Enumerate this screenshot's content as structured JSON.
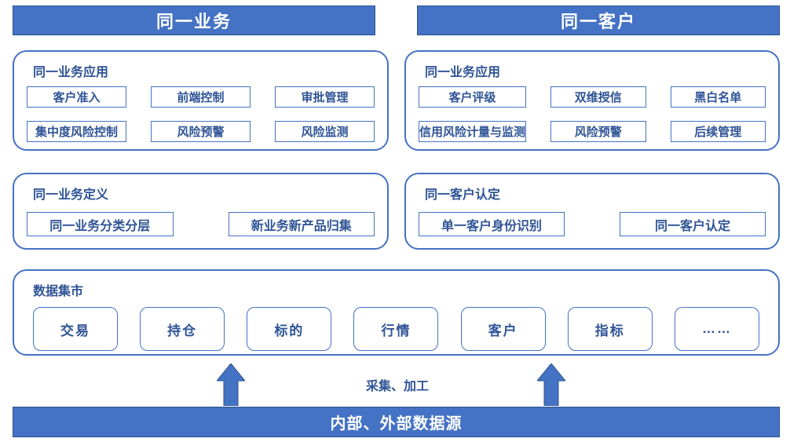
{
  "colors": {
    "bar_fill": "#4472C4",
    "bar_border": "#2F528F",
    "panel_border": "#4472C4",
    "box_border": "#4472C4",
    "box_text": "#2F5496",
    "bar_text": "#FFFFFF"
  },
  "headers": {
    "left": "同一业务",
    "right": "同一客户"
  },
  "app_panels": [
    {
      "title": "同一业务应用",
      "boxes": [
        "客户准入",
        "前端控制",
        "审批管理",
        "集中度风险控制",
        "风险预警",
        "风险监测"
      ]
    },
    {
      "title": "同一业务应用",
      "boxes": [
        "客户评级",
        "双维授信",
        "黑白名单",
        "信用风险计量与监测",
        "风险预警",
        "后续管理"
      ]
    }
  ],
  "definition_panels": [
    {
      "title": "同一业务定义",
      "boxes": [
        "同一业务分类分层",
        "新业务新产品归集"
      ]
    },
    {
      "title": "同一客户认定",
      "boxes": [
        "单一客户身份识别",
        "同一客户认定"
      ]
    }
  ],
  "data_mart": {
    "title": "数据集市",
    "boxes": [
      "交易",
      "持仓",
      "标的",
      "行情",
      "客户",
      "指标",
      "……"
    ]
  },
  "flow": {
    "label": "采集、加工"
  },
  "source_bar": {
    "label": "内部、外部数据源"
  }
}
